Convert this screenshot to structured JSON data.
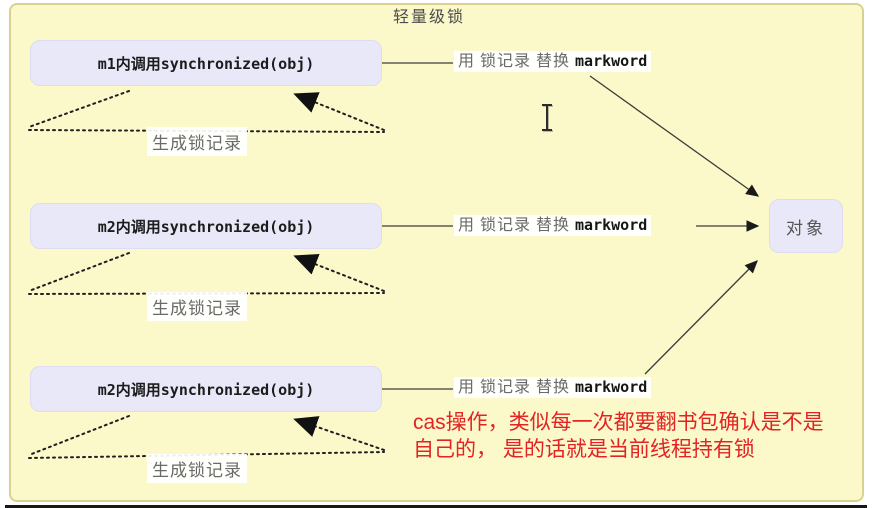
{
  "page": {
    "title": "轻量级锁",
    "canvas_bg": "#fbf8ca",
    "canvas_border": "#d9d28f",
    "node_bg": "#e9e8f8",
    "line_color": "#3c3c3c",
    "gray_text": "#6a6a6a",
    "red_text_color": "#e22424",
    "window_bar_color": "#171717"
  },
  "rows": [
    {
      "box_label": "m1内调用synchronized(obj)",
      "replace_cn": "用 锁记录 替换 ",
      "replace_code": "markword",
      "loop_label": "生成锁记录"
    },
    {
      "box_label": "m2内调用synchronized(obj)",
      "replace_cn": "用 锁记录 替换 ",
      "replace_code": "markword",
      "loop_label": "生成锁记录"
    },
    {
      "box_label": "m2内调用synchronized(obj)",
      "replace_cn": "用 锁记录 替换 ",
      "replace_code": "markword",
      "loop_label": "生成锁记录"
    }
  ],
  "object_box": {
    "label": "对象"
  },
  "annotation": {
    "line1": "cas操作，类似每一次都要翻书包确认是不是",
    "line2": "自己的， 是的话就是当前线程持有锁"
  }
}
